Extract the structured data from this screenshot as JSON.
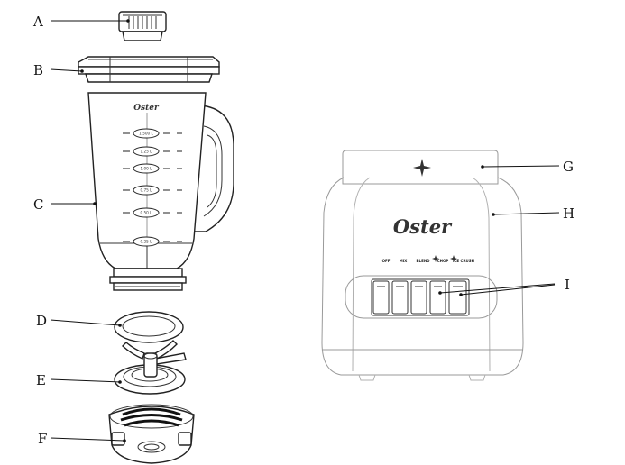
{
  "labels": {
    "a": "A",
    "b": "B",
    "c": "C",
    "d": "D",
    "e": "E",
    "f": "F",
    "g": "G",
    "h": "H",
    "i": "I"
  },
  "jar": {
    "brand": "Oster",
    "markings": [
      "1.500 L",
      "1.25 L",
      "1.00 L",
      "0.75 L",
      "0.50 L",
      "0.25 L"
    ]
  },
  "base": {
    "brand": "Oster",
    "buttons": [
      "OFF",
      "MIX",
      "BLEND",
      "CHOP",
      "ICE CRUSH"
    ]
  },
  "colors": {
    "line": "#111111",
    "base_outline": "#9a9a9a"
  }
}
